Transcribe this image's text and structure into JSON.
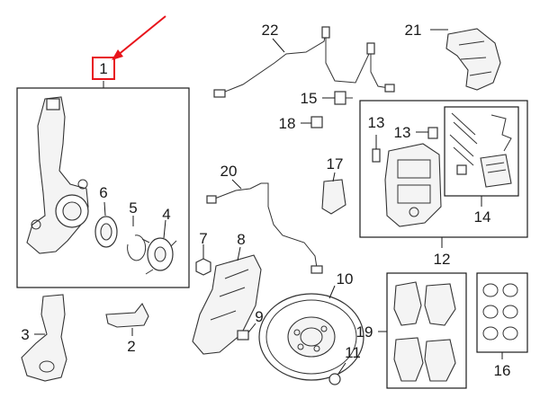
{
  "callouts": {
    "c1": "1",
    "c2": "2",
    "c3": "3",
    "c4": "4",
    "c5": "5",
    "c6": "6",
    "c7": "7",
    "c8": "8",
    "c9": "9",
    "c10": "10",
    "c11": "11",
    "c12": "12",
    "c13a": "13",
    "c13b": "13",
    "c14": "14",
    "c15": "15",
    "c16": "16",
    "c17": "17",
    "c18": "18",
    "c19": "19",
    "c20": "20",
    "c21": "21",
    "c22": "22"
  },
  "colors": {
    "highlight": "#e8141b",
    "line": "#333333"
  }
}
